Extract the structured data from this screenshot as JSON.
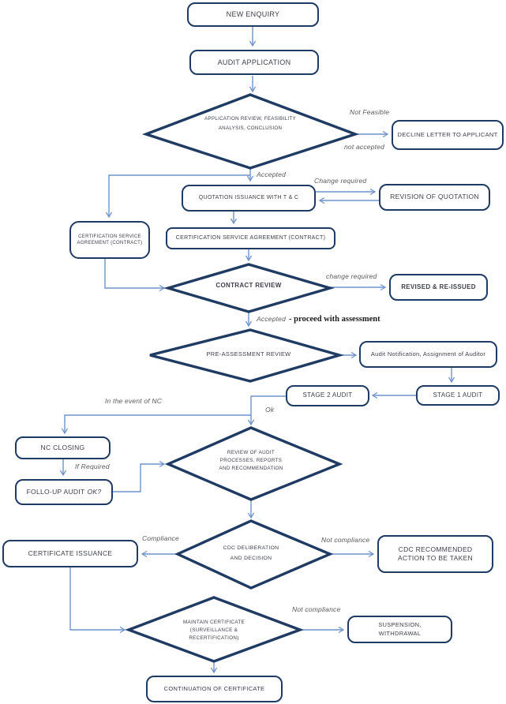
{
  "colors": {
    "shape_border": "#1f3a63",
    "connector": "#6f94cb",
    "shape_text": "#3f4148",
    "edge_label_text": "#595959"
  },
  "nodes": {
    "new_enquiry": "NEW ENQUIRY",
    "audit_application": "AUDIT APPLICATION",
    "application_review": "APPLICATION REVIEW, FEASIBILITY\nANALYSIS, CONCLUSION",
    "decline_letter": "DECLINE LETTER TO APPLICANT",
    "quotation": "QUOTATION ISSUANCE WITH T & C",
    "revision": "REVISION OF QUOTATION",
    "csa_small": "CERTIFICATION SERVICE\nAGREEMENT (CONTRACT)",
    "csa_center": "CERTIFICATION SERVICE AGREEMENT  (CONTRACT)",
    "contract_review": "CONTRACT REVIEW",
    "revised": "REVISED & RE-ISSUED",
    "pre_assessment": "PRE-ASSESSMENT REVIEW",
    "audit_notification": "Audit Notification, Assignment of Auditor",
    "stage1": "STAGE 1 AUDIT",
    "stage2": "STAGE 2 AUDIT",
    "nc_closing": "NC CLOSING",
    "followup_label": "FOLLO-UP AUDIT",
    "followup_suffix": "OK?",
    "review_audit": "REVIEW OF AUDIT\nPROCESSES, REPORTS\nAND RECOMMENDATION",
    "cdc_deliberation": "CDC DELIBERATION\nAND DECISION",
    "cert_issuance": "CERTIFICATE ISSUANCE",
    "cdc_action": "CDC RECOMMENDED\nACTION TO BE TAKEN",
    "maintain": "MAINTAIN CERTIFICATE\n(SURVEILLANCE &\nRECERTIFICATION)",
    "suspension": "SUSPENSION,\nWITHDRAWAL",
    "continuation": "CONTINUATION  OF CERTIFICATE"
  },
  "labels": {
    "not_feasible": "Not Feasible",
    "not_accepted": "not accepted",
    "accepted": "Accepted",
    "change_required_upper": "Change required",
    "change_required_lower": "change required",
    "accepted_2": "Accepted",
    "proceed": "- proceed with assessment",
    "in_event_nc": "In the event of NC",
    "ok": "Ok",
    "if_required": "If Required",
    "compliance": "Compliance",
    "not_compliance_cdc": "Not compliance",
    "not_compliance_maintain": "Not compliance"
  }
}
